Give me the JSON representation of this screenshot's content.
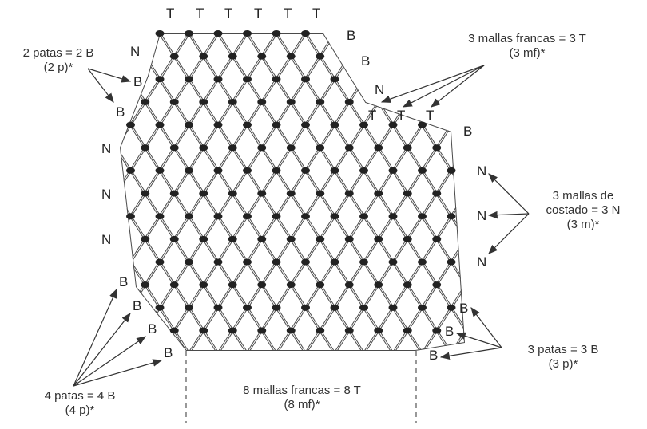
{
  "top_labels": [
    "T",
    "T",
    "T",
    "T",
    "T",
    "T"
  ],
  "step_labels": [
    "T",
    "T",
    "T"
  ],
  "left_b_upper": [
    "B",
    "B"
  ],
  "left_n_side": [
    "N",
    "N",
    "N"
  ],
  "left_b_lower": [
    "B",
    "B",
    "B",
    "B"
  ],
  "right_b_upper": [
    "B",
    "B"
  ],
  "right_b_step": "B",
  "right_n": [
    "N",
    "N",
    "N"
  ],
  "right_b_lower": [
    "B",
    "B",
    "B"
  ],
  "n_top_left": "N",
  "n_step": "N",
  "annotations": {
    "top_left": {
      "line1": "2 patas = 2 B",
      "line2": "(2 p)*"
    },
    "top_right": {
      "line1": "3 mallas francas = 3 T",
      "line2": "(3 mf)*"
    },
    "mid_right": {
      "line1": "3 mallas de",
      "line2": "costado = 3 N",
      "line3": "(3 m)*"
    },
    "bottom_right": {
      "line1": "3 patas = 3 B",
      "line2": "(3 p)*"
    },
    "bottom_left": {
      "line1": "4 patas = 4 B",
      "line2": "(4 p)*"
    },
    "bottom_center": {
      "line1": "8 mallas francas = 8 T",
      "line2": "(8 mf)*"
    }
  },
  "colors": {
    "ink": "#2a2a2a",
    "twine": "#4a4a4a",
    "knot": "#222222"
  }
}
